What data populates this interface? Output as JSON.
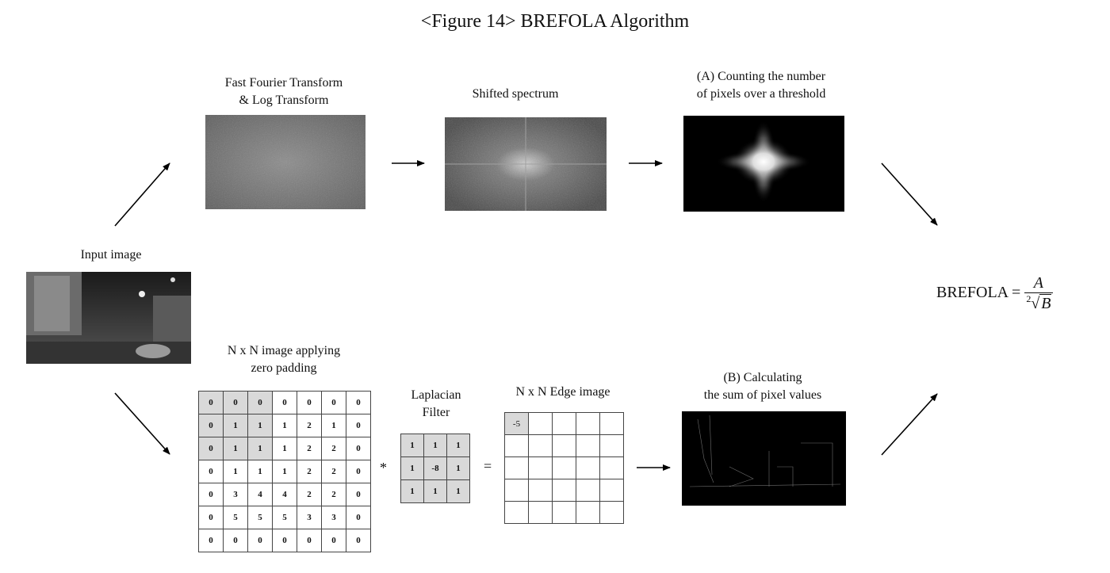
{
  "title": "<Figure 14> BREFOLA Algorithm",
  "labels": {
    "fft_line1": "Fast Fourier Transform",
    "fft_line2": "& Log Transform",
    "shifted": "Shifted spectrum",
    "count_line1": "(A) Counting the number",
    "count_line2": "of pixels over a threshold",
    "input": "Input image",
    "nxn_line1": "N x N image applying",
    "nxn_line2": "zero padding",
    "laplacian_line1": "Laplacian",
    "laplacian_line2": "Filter",
    "edge": "N x N Edge image",
    "sum_line1": "(B) Calculating",
    "sum_line2": "the sum of pixel values"
  },
  "operators": {
    "convolve": "*",
    "equals": "="
  },
  "formula": {
    "lhs": "BREFOLA = ",
    "numerator": "A",
    "root_index": "2",
    "radicand": "B"
  },
  "padded_matrix": [
    [
      "0",
      "0",
      "0",
      "0",
      "0",
      "0",
      "0"
    ],
    [
      "0",
      "1",
      "1",
      "1",
      "2",
      "1",
      "0"
    ],
    [
      "0",
      "1",
      "1",
      "1",
      "2",
      "2",
      "0"
    ],
    [
      "0",
      "1",
      "1",
      "1",
      "2",
      "2",
      "0"
    ],
    [
      "0",
      "3",
      "4",
      "4",
      "2",
      "2",
      "0"
    ],
    [
      "0",
      "5",
      "5",
      "5",
      "3",
      "3",
      "0"
    ],
    [
      "0",
      "0",
      "0",
      "0",
      "0",
      "0",
      "0"
    ]
  ],
  "laplacian_kernel": [
    [
      "1",
      "1",
      "1"
    ],
    [
      "1",
      "-8",
      "1"
    ],
    [
      "1",
      "1",
      "1"
    ]
  ],
  "edge_result": {
    "first_value": "-5",
    "rows": 5,
    "cols": 5
  }
}
